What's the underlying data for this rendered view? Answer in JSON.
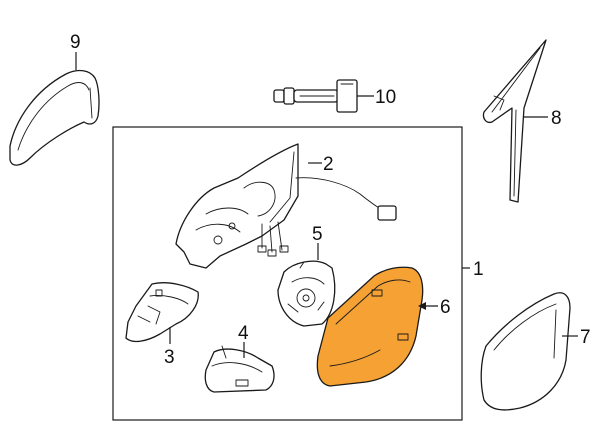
{
  "colors": {
    "highlight": "#F5A133",
    "line": "#1A1A1A",
    "background": "#FFFFFF"
  },
  "callouts": {
    "assembly": "1",
    "mirror_housing": "2",
    "base_cover": "3",
    "lower_cover": "4",
    "motor": "5",
    "mirror_glass_highlighted": "6",
    "mirror_glass": "7",
    "trim_cover": "8",
    "cap": "9",
    "bulb": "10"
  }
}
